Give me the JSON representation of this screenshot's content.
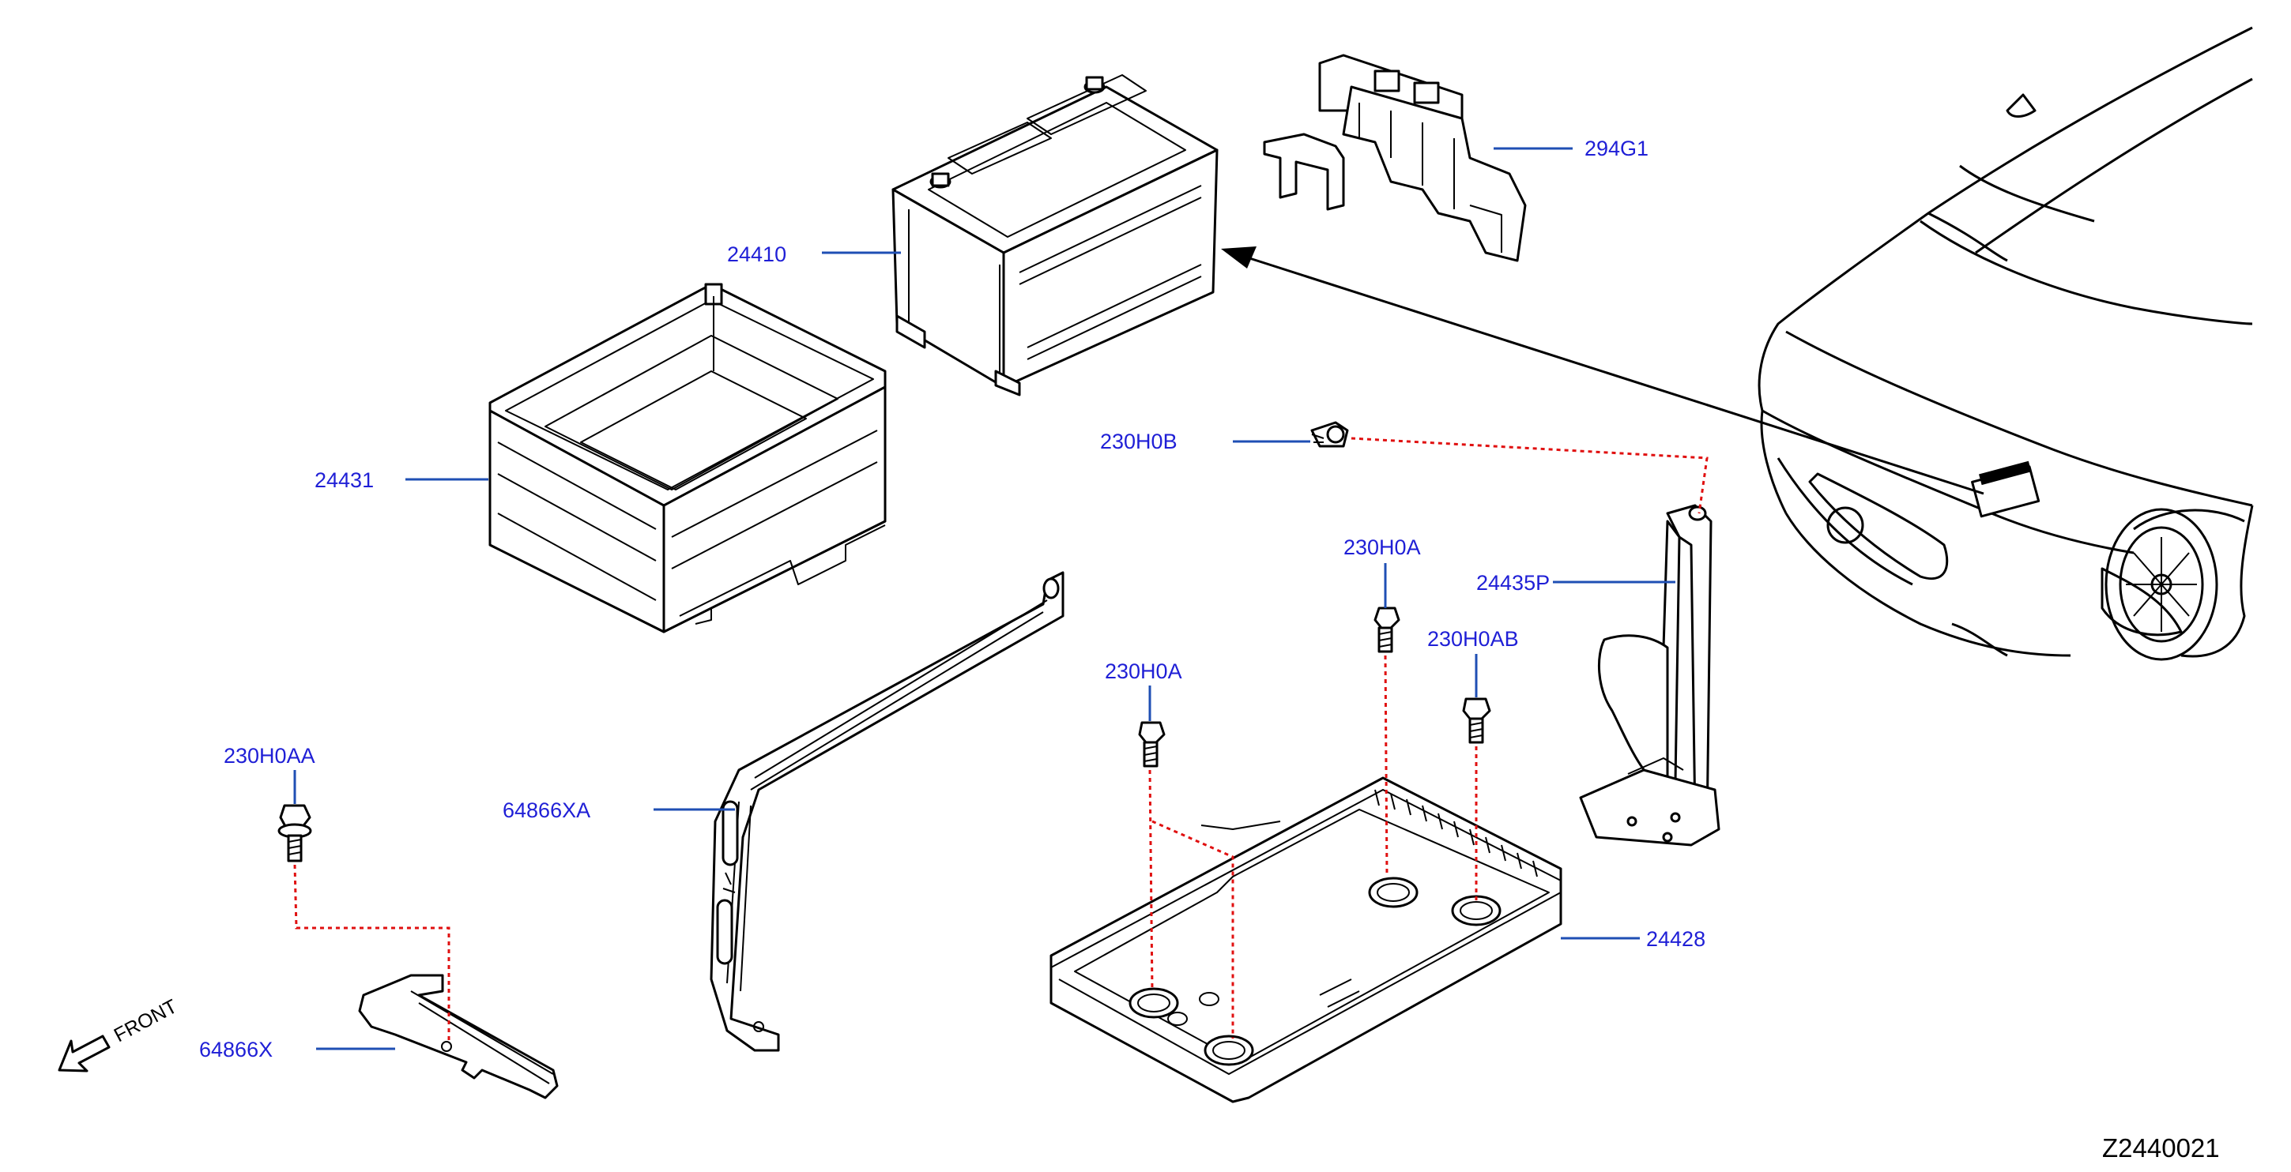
{
  "labels": {
    "p294g1": "294G1",
    "p24410": "24410",
    "p24431": "24431",
    "p230h0b": "230H0B",
    "p230h0a_upper": "230H0A",
    "p24435p": "24435P",
    "p230h0ab": "230H0AB",
    "p230h0a_lower": "230H0A",
    "p230h0aa": "230H0AA",
    "p64866xa": "64866XA",
    "p24428": "24428",
    "p64866x": "64866X"
  },
  "front_label": "FRONT",
  "diagram_code": "Z2440021",
  "colors": {
    "label_text": "#1f1fd6",
    "leader_line": "#1f4fb4",
    "dashed_line": "#e01010",
    "line_art": "#000000"
  }
}
